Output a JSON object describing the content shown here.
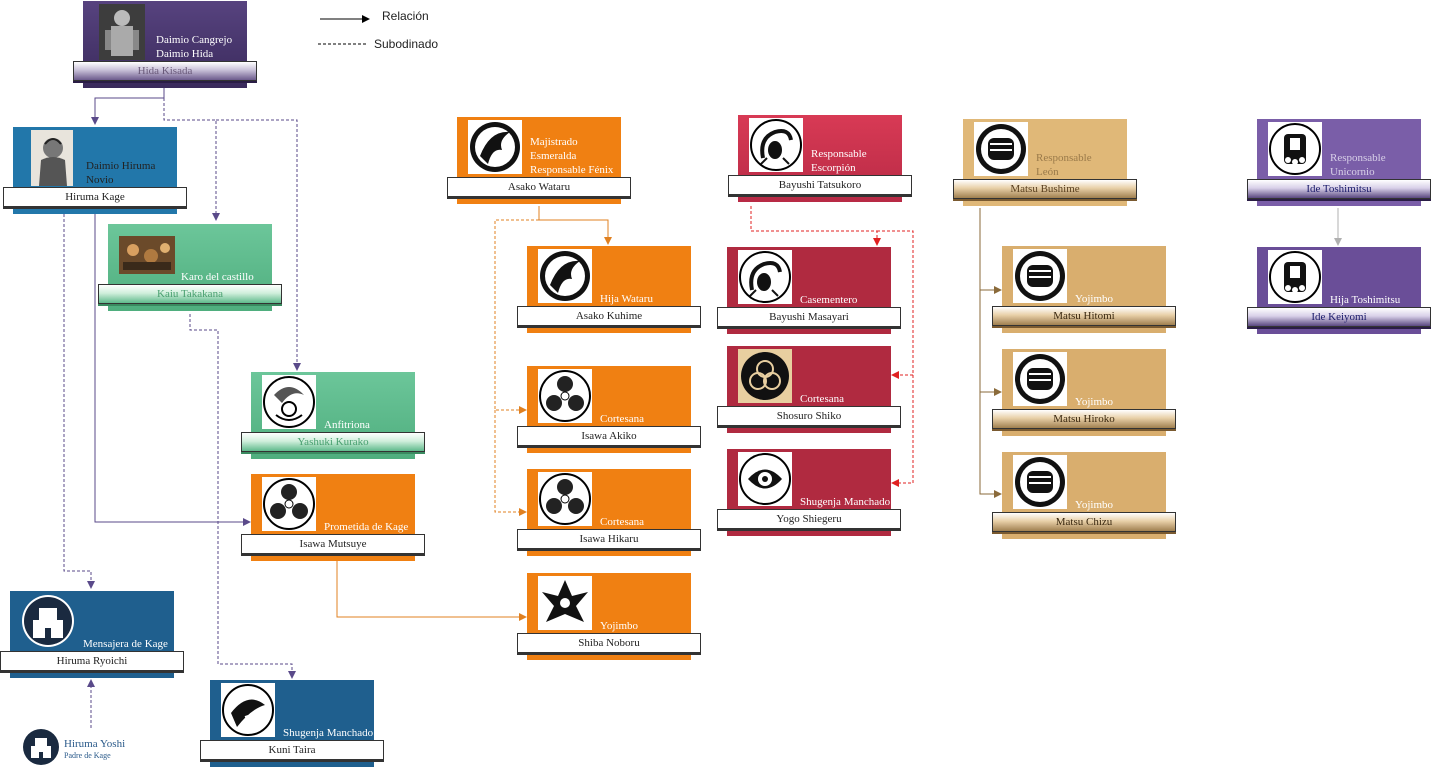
{
  "legend": {
    "relation": "Relación",
    "subordinate": "Subodinado"
  },
  "nodes": {
    "hida_kisada": {
      "role": "Daimio Cangrejo\nDaimio Hida",
      "name": "Hida Kisada",
      "color": "#3f2e63"
    },
    "hiruma_kage": {
      "role": "Daimio Hiruma\nNovio",
      "name": "Hiruma Kage",
      "color": "#2277aa"
    },
    "kaiu_takakana": {
      "role": "Karo del castillo",
      "name": "Kaiu Takakana",
      "color": "#5fba8c"
    },
    "yashuki_kurako": {
      "role": "Anfitriona",
      "name": "Yashuki Kurako",
      "color": "#5fba8c"
    },
    "isawa_mutsuye": {
      "role": "Prometida de Kage",
      "name": "Isawa Mutsuye",
      "color": "#f08012"
    },
    "hiruma_ryoichi": {
      "role": "Mensajera de Kage",
      "name": "Hiruma Ryoichi",
      "color": "#1f5f8e"
    },
    "kuni_taira": {
      "role": "Shugenja Manchado",
      "name": "Kuni Taira",
      "color": "#1f5f8e"
    },
    "hiruma_yoshi": {
      "name": "Hiruma Yoshi",
      "sub": "Padre de Kage"
    },
    "asako_wataru": {
      "role": "Majistrado\nEsmeralda\nResponsable Fénix",
      "name": "Asako Wataru",
      "color": "#f08012"
    },
    "asako_kuhime": {
      "role": "Hija Wataru",
      "name": "Asako Kuhime",
      "color": "#f08012"
    },
    "isawa_akiko": {
      "role": "Cortesana",
      "name": "Isawa Akiko",
      "color": "#f08012"
    },
    "isawa_hikaru": {
      "role": "Cortesana",
      "name": "Isawa Hikaru",
      "color": "#f08012"
    },
    "shiba_noboru": {
      "role": "Yojimbo",
      "name": "Shiba Noboru",
      "color": "#f08012"
    },
    "bayushi_tatsukoro": {
      "role": "Responsable\nEscorpión",
      "name": "Bayushi Tatsukoro",
      "color": "#c0304a"
    },
    "bayushi_masayari": {
      "role": "Casementero",
      "name": "Bayushi Masayari",
      "color": "#b02a40"
    },
    "shosuro_shiko": {
      "role": "Cortesana",
      "name": "Shosuro Shiko",
      "color": "#b02a40"
    },
    "yogo_shiegeru": {
      "role": "Shugenja Manchado",
      "name": "Yogo Shiegeru",
      "color": "#b02a40"
    },
    "matsu_bushime": {
      "role": "Responsable\nLeón",
      "name": "Matsu Bushime",
      "color": "#d9ae6e"
    },
    "matsu_hitomi": {
      "role": "Yojimbo",
      "name": "Matsu Hitomi",
      "color": "#d9ae6e"
    },
    "matsu_hiroko": {
      "role": "Yojimbo",
      "name": "Matsu Hiroko",
      "color": "#d9ae6e"
    },
    "matsu_chizu": {
      "role": "Yojimbo",
      "name": "Matsu Chizu",
      "color": "#d9ae6e"
    },
    "ide_toshimitsu": {
      "role": "Responsable\nUnicornio",
      "name": "Ide Toshimitsu",
      "color": "#7a5ea8"
    },
    "ide_keiyomi": {
      "role": "Hija Toshimitsu",
      "name": "Ide Keiyomi",
      "color": "#6a4e98"
    }
  }
}
